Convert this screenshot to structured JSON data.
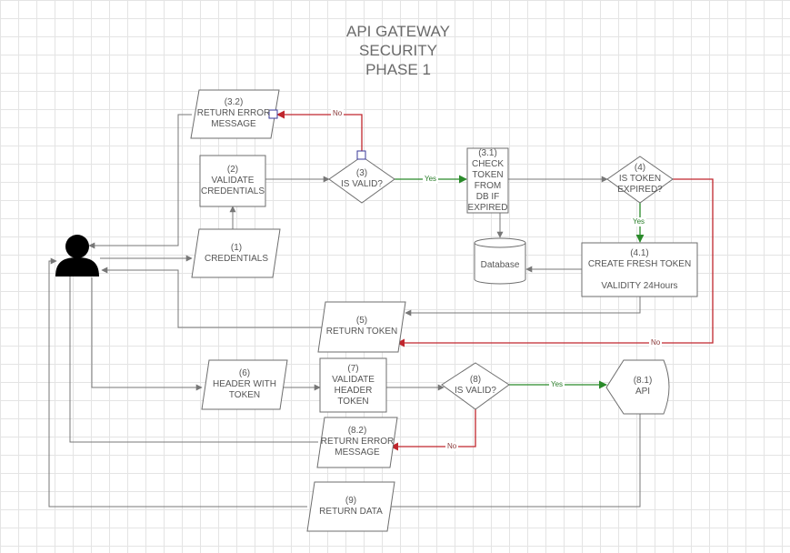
{
  "title": "API GATEWAY\nSECURITY\nPHASE 1",
  "colors": {
    "shape_stroke": "#6e6e6e",
    "flow_gray": "#777777",
    "flow_red": "#c0262d",
    "flow_green": "#2a8a2a"
  },
  "nodes": {
    "n1": "(1)\nCREDENTIALS",
    "n2": "(2)\nVALIDATE\nCREDENTIALS",
    "n3": "(3)\nIS VALID?",
    "n32": "(3.2)\nRETURN ERROR\nMESSAGE",
    "n31": "(3.1)\nCHECK\nTOKEN\nFROM DB IF\nEXPIRED",
    "db": "Database",
    "n4": "(4)\nIS TOKEN\nEXPIRED?",
    "n41": "(4.1)\nCREATE FRESH TOKEN\n\nVALIDITY 24Hours",
    "n5": "(5)\nRETURN TOKEN",
    "n6": "(6)\nHEADER WITH\nTOKEN",
    "n7": "(7)\nVALIDATE\nHEADER\nTOKEN",
    "n8": "(8)\nIS VALID?",
    "n81": "(8.1)\nAPI",
    "n82": "(8.2)\nRETURN ERROR\nMESSAGE",
    "n9": "(9)\nRETURN DATA"
  },
  "edge_labels": {
    "e3_no": "No",
    "e3_yes": "Yes",
    "e4_yes": "Yes",
    "e4_no": "No",
    "e8_yes": "Yes",
    "e8_no": "No"
  },
  "icons": {
    "user": "user-icon"
  }
}
